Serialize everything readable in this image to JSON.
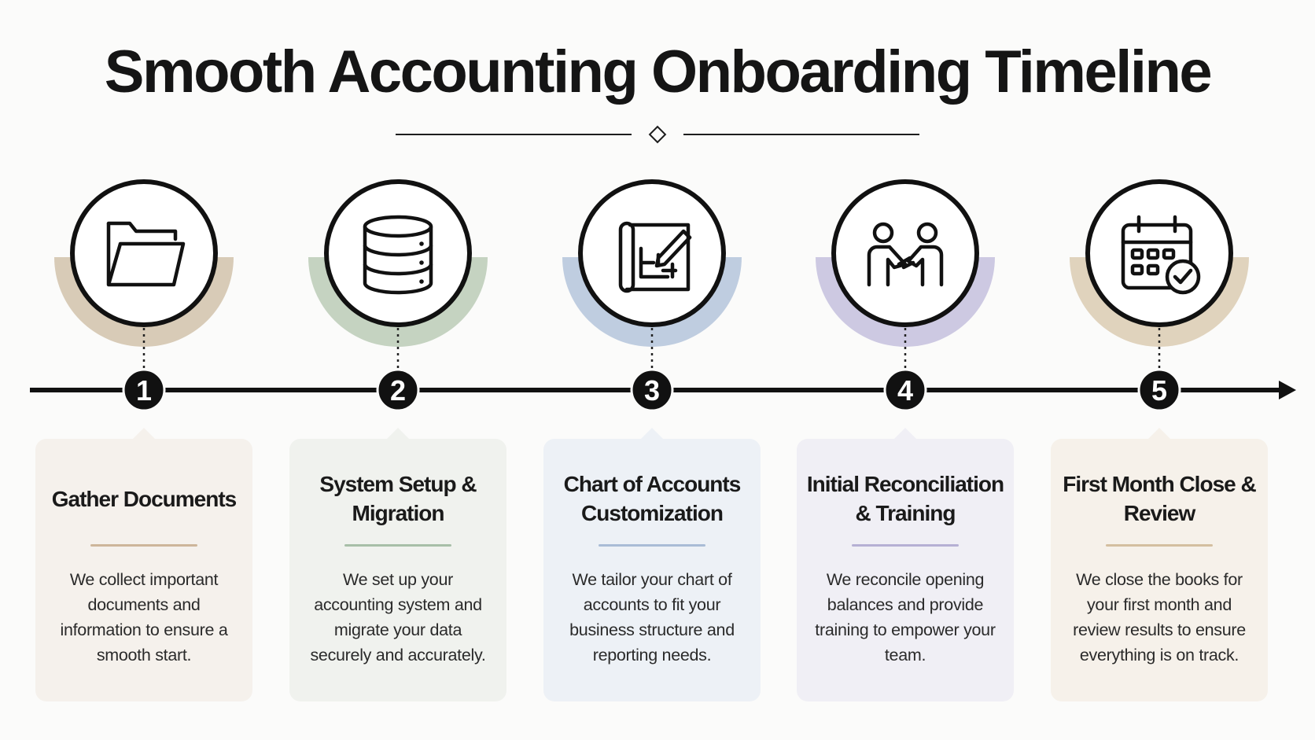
{
  "title": "Smooth Accounting Onboarding Timeline",
  "colors": {
    "line": "#111111",
    "step_1": "#d8cbb7",
    "step_2": "#c5d3c1",
    "step_3": "#bfcde0",
    "step_4": "#cdc9e2",
    "step_5": "#e0d3bd"
  },
  "steps": [
    {
      "number": "1",
      "icon": "folder-icon",
      "heading": "Gather Documents",
      "body": "We collect important documents and information to ensure a smooth start.",
      "card_color": "#f5f1ec",
      "accent": "#d8cbb7",
      "rule": "#cdb69a"
    },
    {
      "number": "2",
      "icon": "database-icon",
      "heading": "System Setup & Migration",
      "body": "We set up your accounting system and migrate your data securely and accurately.",
      "card_color": "#f0f2ee",
      "accent": "#c5d3c1",
      "rule": "#a8bfa8"
    },
    {
      "number": "3",
      "icon": "blueprint-icon",
      "heading": "Chart of Accounts Customization",
      "body": "We tailor your chart of accounts to fit your business structure and reporting needs.",
      "card_color": "#edf1f6",
      "accent": "#bfcde0",
      "rule": "#a9bcd6"
    },
    {
      "number": "4",
      "icon": "handshake-icon",
      "heading": "Initial Reconciliation & Training",
      "body": "We reconcile opening balances and provide training to empower your team.",
      "card_color": "#f0eff5",
      "accent": "#cdc9e2",
      "rule": "#b6b0d4"
    },
    {
      "number": "5",
      "icon": "calendar-check-icon",
      "heading": "First Month Close & Review",
      "body": "We close the books for your first month and review results to ensure everything is on track.",
      "card_color": "#f6f1ea",
      "accent": "#e0d3bd",
      "rule": "#d4bfa0"
    }
  ]
}
